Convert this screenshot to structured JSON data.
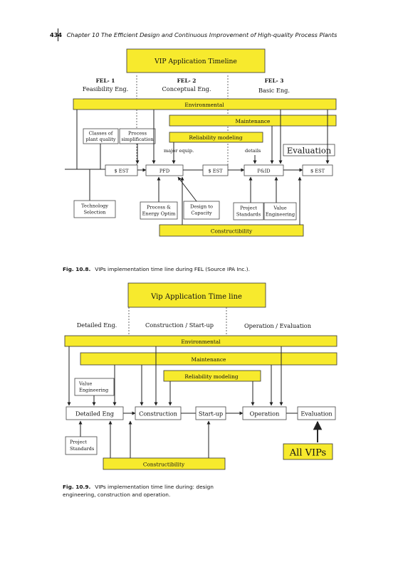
{
  "header": {
    "page_number": "434",
    "running_title": "Chapter 10  The Efficient Design and Continuous Improvement of High-quality Process Plants"
  },
  "figure1": {
    "title": "VIP Application Timeline",
    "phases": [
      {
        "code": "FEL- 1",
        "name": "Feasibility Eng."
      },
      {
        "code": "FEL- 2",
        "name": "Conceptual Eng."
      },
      {
        "code": "FEL- 3",
        "name": "Basic  Eng."
      }
    ],
    "bars": {
      "environmental": "Environmental",
      "maintenance": "Maintenance",
      "reliability": "Reliability modeling",
      "constructibility": "Constructibility"
    },
    "upper_boxes": {
      "classes": [
        "Classes of",
        "plant quality"
      ],
      "process_simplification": [
        "Process",
        "simplification"
      ]
    },
    "labels": {
      "major_equip": "major  equip.",
      "details": "details",
      "evaluation": "Evaluation"
    },
    "main_flow": {
      "est1": "$ EST",
      "pfd": "PFD",
      "est2": "$ EST",
      "pid": "P&ID",
      "est3": "$ EST"
    },
    "lower_boxes": {
      "technology": [
        "Technology",
        "Selection"
      ],
      "process_energy": [
        "Process &",
        "Energy Optim"
      ],
      "design_capacity": [
        "Design to",
        "Capacity"
      ],
      "project_standards": [
        "Project",
        "Standards"
      ],
      "value_engineering": [
        "Value",
        "Engineering"
      ]
    },
    "caption_number": "Fig. 10.8.",
    "caption_text": "VIPs implementation time line during FEL (Source IPA Inc.)."
  },
  "figure2": {
    "title": "Vip Application Time line",
    "phases": [
      "Detailed Eng.",
      "Construction / Start-up",
      "Operation  / Evaluation"
    ],
    "bars": {
      "environmental": "Environmental",
      "maintenance": "Maintenance",
      "reliability": "Reliability modeling",
      "constructibility": "Constructibility"
    },
    "value_engineering": [
      "Value",
      "Engineering"
    ],
    "main_flow": {
      "detailed": "Detailed Eng",
      "construction": "Construction",
      "startup": "Start-up",
      "operation": "Operation",
      "evaluation": "Evaluation"
    },
    "project_standards": [
      "Project",
      "Standards"
    ],
    "all_vips": "All VIPs",
    "caption_number": "Fig. 10.9.",
    "caption_lines": [
      "VIPs implementation time line during: design",
      "engineering, construction and operation."
    ]
  }
}
